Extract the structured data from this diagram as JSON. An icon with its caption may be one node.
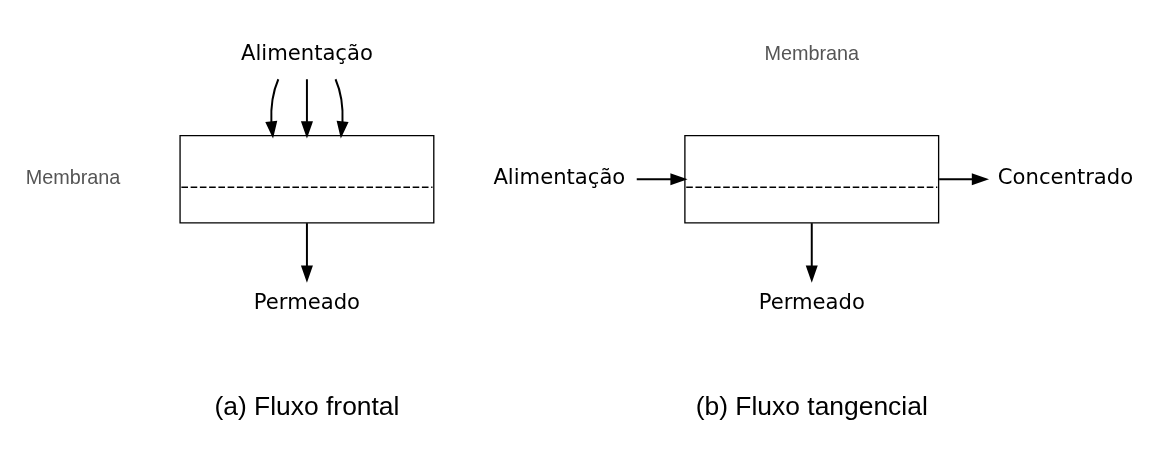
{
  "diagram": {
    "nodes": [
      {
        "text": [
          "Alimentação"
        ]
      },
      {
        "text": [],
        "shape": "box",
        "beside": [
          "Membrana"
        ]
      },
      {
        "text": [
          "Permeado"
        ]
      },
      {
        "text": [
          "Alimentação"
        ]
      },
      {
        "text": [],
        "shape": "box",
        "beside": [
          "Membrana"
        ]
      },
      {
        "text": [
          "Concentrado"
        ]
      },
      {
        "text": [
          "Permeado"
        ]
      }
    ],
    "edges": [
      {
        "from": 0,
        "to": 1,
        "arrow": "to"
      },
      {
        "from": 0,
        "to": 1,
        "arrow": "to"
      },
      {
        "from": 0,
        "to": 1,
        "arrow": "to"
      },
      {
        "from": 1,
        "to": 2,
        "arrow": "to"
      },
      {
        "from": 3,
        "to": 4,
        "arrow": "to"
      },
      {
        "from": 4,
        "to": 5,
        "arrow": "to"
      },
      {
        "from": 4,
        "to": 6,
        "arrow": "to"
      }
    ],
    "labels": [
      "(a) Fluxo frontal",
      "(b) Fluxo tangencial"
    ]
  }
}
